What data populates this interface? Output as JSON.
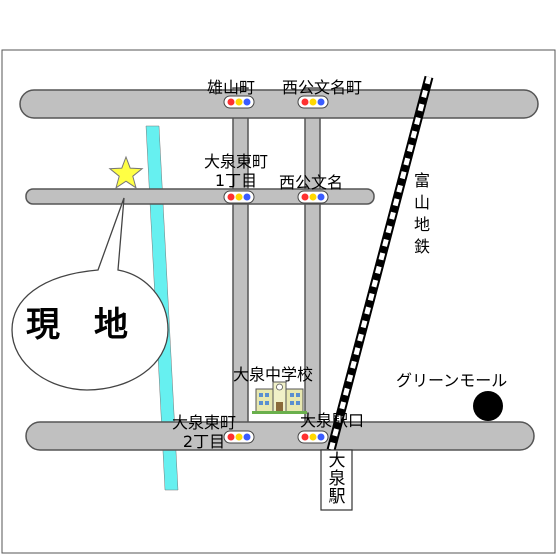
{
  "labels": {
    "yuzanmachi": "雄山町",
    "nishikoubunmeimachi": "西公文名町",
    "oizumi_higashi_1": "大泉東町\n1丁目",
    "nishikoubunmei": "西公文名",
    "toyama_chitetsu": "富山地鉄",
    "genchi": "現　地",
    "oizumi_chugakko": "大泉中学校",
    "green_mall": "グリーンモール",
    "oizumi_higashi_2": "大泉東町\n2丁目",
    "oizumi_ekiguchi": "大泉駅口",
    "oizumi_eki": "大泉駅"
  },
  "colors": {
    "road_fill": "#c0c0c0",
    "road_edge": "#555555",
    "river": "#66f0f0",
    "star": "#ffff44",
    "signal_red": "#ff3030",
    "signal_yellow": "#ffd800",
    "signal_blue": "#3a5cff"
  }
}
